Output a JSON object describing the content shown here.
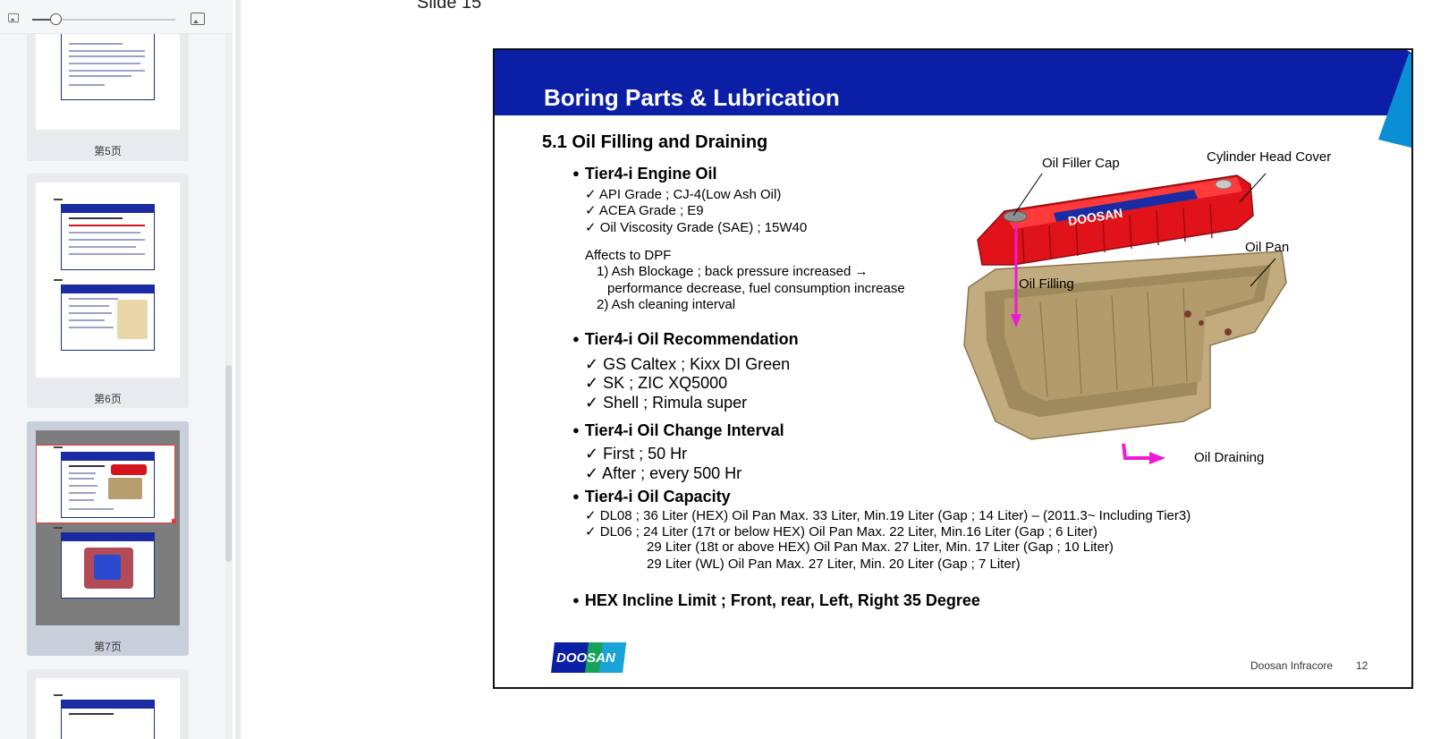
{
  "sidebar": {
    "pages": [
      {
        "label": "第5页",
        "selected": false
      },
      {
        "label": "第6页",
        "selected": false
      },
      {
        "label": "第7页",
        "selected": true
      },
      {
        "label": "",
        "selected": false
      }
    ]
  },
  "main": {
    "slide_title": "Slide 15"
  },
  "slide": {
    "header_title": "Boring Parts & Lubrication",
    "section": "5.1  Oil Filling and Draining",
    "engine_oil": {
      "heading": "Tier4-i  Engine Oil",
      "items": [
        "API Grade  ; CJ-4(Low Ash Oil)",
        "ACEA Grade ; E9",
        "Oil Viscosity Grade (SAE) ; 15W40"
      ],
      "affects_heading": "Affects to DPF",
      "affects_1a": "1) Ash Blockage ; back pressure increased →",
      "affects_1b": "performance decrease, fuel consumption increase",
      "affects_2": "2) Ash cleaning interval"
    },
    "recommendation": {
      "heading": "Tier4-i  Oil Recommendation",
      "items": [
        "GS Caltex ; Kixx DI Green",
        "SK ; ZIC XQ5000",
        "Shell ; Rimula super"
      ]
    },
    "interval": {
      "heading": "Tier4-i Oil Change Interval",
      "items": [
        "First ; 50 Hr",
        "After ; every 500 Hr"
      ]
    },
    "capacity": {
      "heading": "Tier4-i  Oil Capacity",
      "line1": "DL08 ;  36 Liter (HEX)  Oil Pan Max. 33 Liter, Min.19 Liter (Gap ; 14 Liter) – (2011.3~ Including Tier3)",
      "line2": "DL06 ;  24 Liter (17t or below HEX) Oil Pan Max. 22 Liter, Min.16 Liter (Gap ; 6 Liter)",
      "line3": "29 Liter (18t or above HEX) Oil Pan Max. 27 Liter, Min. 17 Liter (Gap ; 10 Liter)",
      "line4": "29 Liter (WL) Oil Pan Max. 27 Liter, Min. 20 Liter (Gap ; 7 Liter)"
    },
    "incline": "HEX Incline Limit ;  Front, rear, Left, Right  35 Degree",
    "callouts": {
      "oil_filler_cap": "Oil Filler Cap",
      "cylinder_head_cover": "Cylinder Head Cover",
      "oil_pan": "Oil Pan",
      "oil_filling": "Oil Filling",
      "oil_draining": "Oil Draining"
    },
    "cover_brand": "DOOSAN",
    "logo_text": "DOOSAN",
    "footer_company": "Doosan Infracore",
    "footer_page": "12"
  },
  "colors": {
    "header_blue": "#0a1ea6",
    "accent_cyan": "#0b8fd4",
    "cover_red": "#e0121a",
    "pan_tan": "#c2ab7e",
    "arrow_magenta": "#ee1ad6",
    "selection_red": "#e53935"
  }
}
